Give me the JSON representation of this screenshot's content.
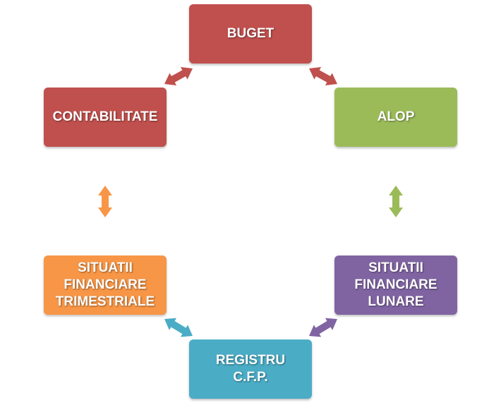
{
  "nodes": {
    "buget": {
      "lines": [
        "BUGET"
      ],
      "color": "#c0504d"
    },
    "alop": {
      "lines": [
        "ALOP"
      ],
      "color": "#9bbb59"
    },
    "situatii_lunare": {
      "lines": [
        "SITUATII",
        "FINANCIARE",
        "LUNARE"
      ],
      "color": "#8064a2"
    },
    "registru": {
      "lines": [
        "REGISTRU",
        "C.F.P."
      ],
      "color": "#4bacc6"
    },
    "situatii_trimestriale": {
      "lines": [
        "SITUATII",
        "FINANCIARE",
        "TRIMESTRIALE"
      ],
      "color": "#f79646"
    },
    "contabilitate": {
      "lines": [
        "CONTABILITATE"
      ],
      "color": "#c0504d"
    }
  },
  "arrows": {
    "buget_alop": "#c0504d",
    "alop_lunare": "#9bbb59",
    "lunare_registru": "#8064a2",
    "registru_trimestriale": "#4bacc6",
    "trimestriale_contabilitate": "#f79646",
    "contabilitate_buget": "#c0504d"
  }
}
